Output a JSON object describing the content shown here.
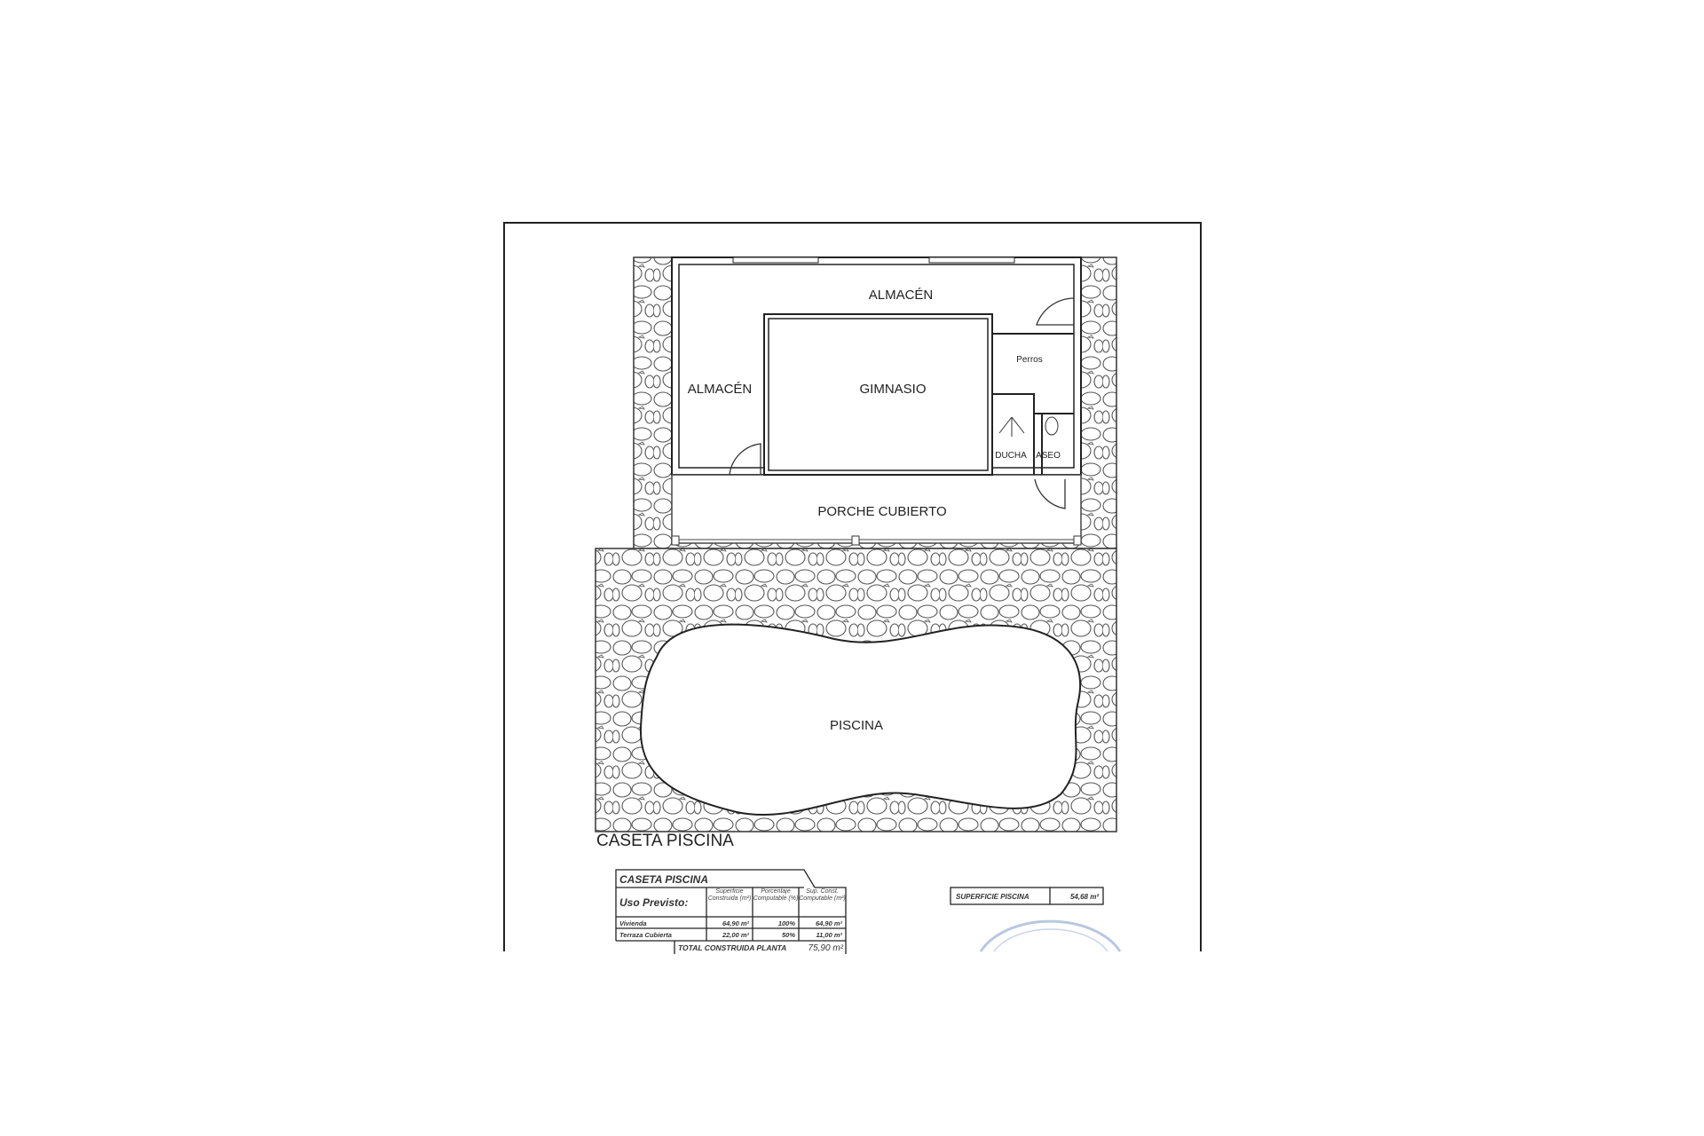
{
  "plan": {
    "title": "CASETA PISCINA",
    "rooms": {
      "almacen_top": "ALMACÉN",
      "almacen_left": "ALMACÉN",
      "gimnasio": "GIMNASIO",
      "perros": "Perros",
      "ducha": "DUCHA",
      "aseo": "ASEO",
      "porche": "PORCHE CUBIERTO",
      "piscina": "PISCINA"
    }
  },
  "area_table": {
    "title": "CASETA PISCINA",
    "header": [
      "Uso Previsto:",
      "Superficie Construida (m²)",
      "Porcentaje Computable (%)",
      "Sup. Const. Computable (m²)"
    ],
    "rows": [
      [
        "Vivienda",
        "64,90 m²",
        "100%",
        "64,90 m²"
      ],
      [
        "Terraza Cubierta",
        "22,00 m²",
        "50%",
        "11,00 m²"
      ]
    ],
    "total_label": "TOTAL CONSTRUIDA PLANTA",
    "total_value": "75,90 m²"
  },
  "pool_area": {
    "label": "SUPERFICIE PISCINA",
    "value": "54,68 m²"
  }
}
